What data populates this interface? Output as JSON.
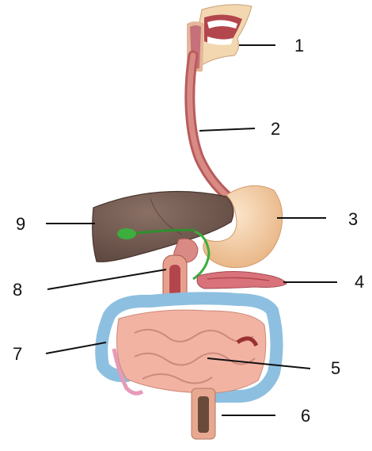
{
  "labels": {
    "mouth": "1",
    "esophagus": "2",
    "stomach": "3",
    "pancreas": "4",
    "small_intestine": "5",
    "rectum": "6",
    "large_intestine": "7",
    "duodenum_gallbladder": "8",
    "liver": "9"
  },
  "colors": {
    "esophagus": "#c96e6a",
    "stomach": "#f3cfa3",
    "liver": "#7a6258",
    "gallbladder": "#3cae3c",
    "pancreas": "#d9727a",
    "small_intestine": "#f2b3a3",
    "large_intestine": "#9ec8e4",
    "rectum": "#e8a890"
  }
}
